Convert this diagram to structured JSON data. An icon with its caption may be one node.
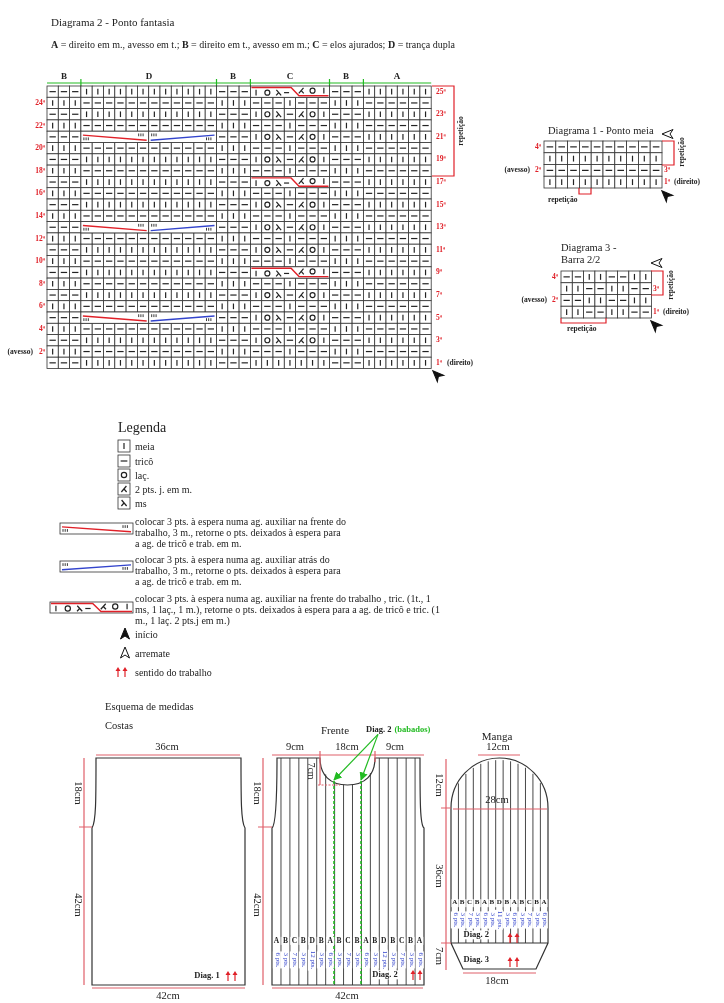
{
  "diagram": {
    "nodes": [
      {
        "text": [
          "Diag. 2",
          "(babados)"
        ]
      },
      {
        "text": [],
        "shape": "line"
      },
      {
        "text": [],
        "shape": "line"
      }
    ],
    "edges": [
      {
        "from": 0,
        "to": 1,
        "arrow": "to"
      },
      {
        "from": 0,
        "to": 2,
        "arrow": "to"
      }
    ],
    "labels": [
      "Diagrama 2 - Ponto fantasia",
      "**A** = direito em m., avesso em t.; **B** = direito em t., avesso em m.; **C** = elos ajurados; **D** = trança dupla",
      "B",
      "D",
      "B",
      "C",
      "B",
      "A",
      "25ª",
      "24ª",
      "23ª",
      "22ª",
      "21ª",
      "20ª",
      "19ª",
      "18ª",
      "17ª",
      "16ª",
      "15ª",
      "14ª",
      "13ª",
      "12ª",
      "11ª",
      "10ª",
      "9ª",
      "8ª",
      "7ª",
      "6ª",
      "5ª",
      "4ª",
      "3ª",
      "(avesso)",
      "2ª",
      "1ª",
      "(direito)",
      "repetição",
      "Diagrama 1 - Ponto meia",
      "4ª",
      "repetição",
      "3ª",
      "(avesso)",
      "2ª",
      "1ª",
      "(direito)",
      "repetição",
      "Diagrama 3 - Barra 2/2",
      "4ª",
      "repetição",
      "3ª",
      "(avesso)",
      "2ª",
      "1ª",
      "(direito)",
      "repetição",
      "Legenda",
      "Esquema de medidas",
      "Costas",
      "Frente",
      "Manga",
      "36cm",
      "9cm",
      "18cm",
      "9cm",
      "12cm",
      "7cm",
      "18cm",
      "18cm",
      "12cm",
      "28cm",
      "42cm",
      "42cm",
      "36cm",
      "A",
      "B",
      "C",
      "B",
      "D",
      "B",
      "A",
      "B",
      "C",
      "B",
      "A",
      "B",
      "D",
      "B",
      "C",
      "B",
      "A",
      "A",
      "B",
      "C",
      "B",
      "A",
      "B",
      "D",
      "B",
      "A",
      "B",
      "C",
      "B",
      "A",
      "6 pts.",
      "3 pts.",
      "7 pts.",
      "3 pts.",
      "12 pts.",
      "3 pts.",
      "6 pts.",
      "3 pts.",
      "7 pts.",
      "3 pts.",
      "6 pts.",
      "3 pts.",
      "12 pts.",
      "3 pts.",
      "7 pts.",
      "3 pts.",
      "6 pts.",
      "6 pts.",
      "3 pts.",
      "7 pts.",
      "3 pts.",
      "6 pts.",
      "3 pts.",
      "11 pts.",
      "3 pts.",
      "6 pts.",
      "3 pts.",
      "7 pts.",
      "3 pts.",
      "6 pts.",
      "Diag. 2",
      "7cm",
      "Diag. 3",
      "Diag. 1",
      "Diag. 2",
      "42cm",
      "42cm",
      "18cm"
    ],
    "legend": [
      {
        "text": "meia"
      },
      {
        "text": "tricô"
      },
      {
        "text": "laç."
      },
      {
        "text": "2 pts. j. em m."
      },
      {
        "text": "ms"
      },
      {
        "text": "colocar 3 pts. à espera numa ag. auxiliar na frente do trabalho, 3 m., retorne o pts. deixados à espera para a ag. de tricô e trab. em m."
      },
      {
        "text": "colocar 3 pts. à espera numa ag. auxiliar atrás do trabalho, 3 m., retorne o pts. deixados à espera para a ag. de tricô e trab. em m."
      },
      {
        "text": "colocar 3 pts. à espera numa ag. auxiliar na frente do trabalho , tric. (1t., 1 ms, 1 laç., 1 m.), retorne o pts. deixados à espera para a ag. de tricô e tric. (1 m., 1 laç. 2 pts.j em m.)"
      },
      {
        "text": "início"
      },
      {
        "text": "arremate"
      },
      {
        "text": "sentido do trabalho"
      }
    ]
  }
}
